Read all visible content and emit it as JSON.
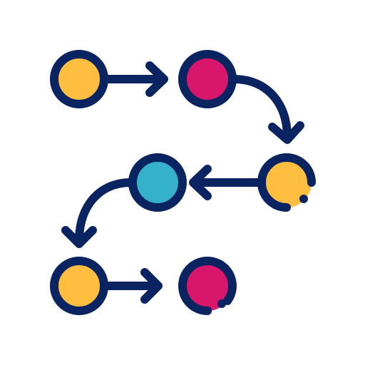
{
  "icon": {
    "name": "process-flow-icon",
    "stroke_color": "#0a2361",
    "colors": {
      "yellow": "#ffbe40",
      "magenta": "#d8166c",
      "cyan": "#35b1cc"
    },
    "nodes": [
      {
        "id": "node-1",
        "fill": "yellow"
      },
      {
        "id": "node-2",
        "fill": "magenta"
      },
      {
        "id": "node-3",
        "fill": "yellow"
      },
      {
        "id": "node-4",
        "fill": "cyan"
      },
      {
        "id": "node-5",
        "fill": "yellow"
      },
      {
        "id": "node-6",
        "fill": "magenta"
      }
    ]
  }
}
